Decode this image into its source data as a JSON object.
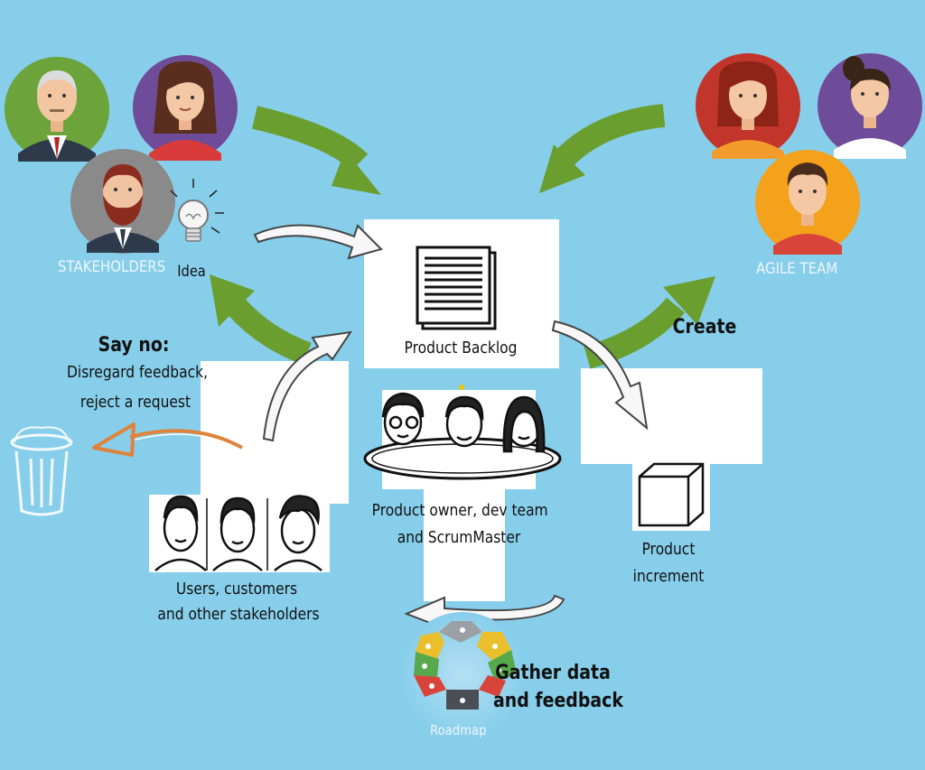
{
  "labels": {
    "stakeholders": "STAKEHOLDERS",
    "idea": "Idea",
    "agile_team": "AGILE TEAM",
    "product_backlog": "Product Backlog",
    "create": "Create",
    "say_no_title": "Say no:",
    "say_no_line1": "Disregard feedback,",
    "say_no_line2": "reject a request",
    "scrum_line1": "Product owner, dev team",
    "scrum_line2": "and ScrumMaster",
    "users_line1": "Users, customers",
    "users_line2": "and other stakeholders",
    "increment_line1": "Product",
    "increment_line2": "increment",
    "gather_line1": "Gather data",
    "gather_line2": "and feedback",
    "roadmap": "Roadmap"
  },
  "colors": {
    "background": "#87CEEB",
    "green_arrow": "#6A9E2E",
    "orange_arrow": "#E0833A",
    "avatar_green": "#6CA33A",
    "avatar_purple": "#6E4C9A",
    "avatar_gray": "#8A8A8A",
    "avatar_red": "#C2352B",
    "avatar_orange": "#F4A21C"
  }
}
